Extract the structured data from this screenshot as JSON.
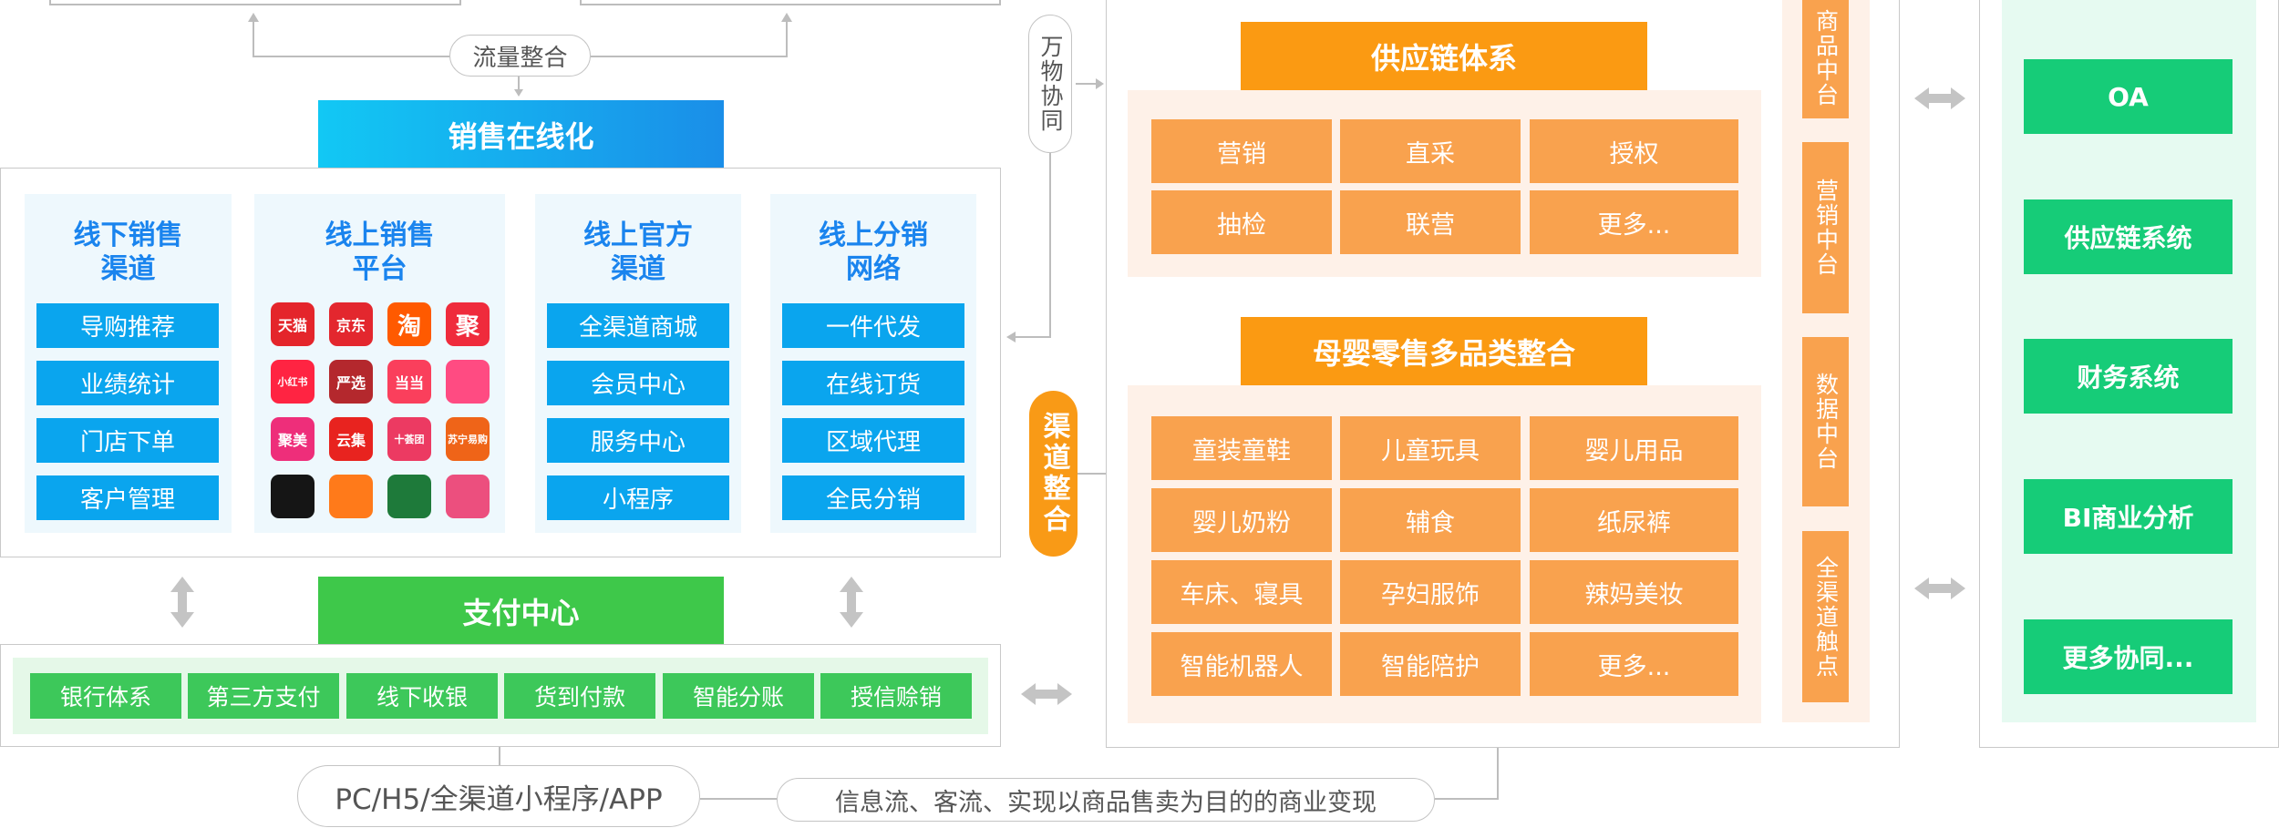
{
  "traffic": {
    "label": "流量整合"
  },
  "sales_online": {
    "title": "销售在线化"
  },
  "wanwu": {
    "label": "万物协同"
  },
  "channel_integration": {
    "label": "渠道整合"
  },
  "columns": {
    "offline": {
      "title": "线下销售\n渠道",
      "items": [
        "导购推荐",
        "业绩统计",
        "门店下单",
        "客户管理"
      ]
    },
    "online": {
      "title": "线上销售\n平台"
    },
    "official": {
      "title": "线上官方\n渠道",
      "items": [
        "全渠道商城",
        "会员中心",
        "服务中心",
        "小程序"
      ]
    },
    "distribution": {
      "title": "线上分销\n网络",
      "items": [
        "一件代发",
        "在线订货",
        "区域代理",
        "全民分销"
      ]
    }
  },
  "apps": [
    {
      "name": "tmall-icon",
      "label": "天猫",
      "color": "#e4252b"
    },
    {
      "name": "jd-icon",
      "label": "京东",
      "color": "#e3272e"
    },
    {
      "name": "taobao-icon",
      "label": "淘",
      "color": "#ff5a00"
    },
    {
      "name": "ju-icon",
      "label": "聚",
      "color": "#ef2b3c"
    },
    {
      "name": "xiaohongshu-icon",
      "label": "小红书",
      "color": "#ff2442"
    },
    {
      "name": "yanxuan-icon",
      "label": "严选",
      "color": "#b4282d"
    },
    {
      "name": "dangdang-icon",
      "label": "当当",
      "color": "#fa3f5c"
    },
    {
      "name": "mushroom-icon",
      "label": "",
      "color": "#ff4b82"
    },
    {
      "name": "jumei-icon",
      "label": "聚美",
      "color": "#ee2e7a"
    },
    {
      "name": "yunji-icon",
      "label": "云集",
      "color": "#e8231f"
    },
    {
      "name": "shijituan-icon",
      "label": "十荟团",
      "color": "#ec3a62"
    },
    {
      "name": "suning-icon",
      "label": "苏宁易购",
      "color": "#ef6418"
    },
    {
      "name": "tiktok-icon",
      "label": "",
      "color": "#151515"
    },
    {
      "name": "kuaishou-icon",
      "label": "",
      "color": "#ff7a1a"
    },
    {
      "name": "swirl-icon",
      "label": "",
      "color": "#1e7a3a"
    },
    {
      "name": "flower-icon",
      "label": "",
      "color": "#ec4f7e"
    }
  ],
  "payment": {
    "title": "支付中心",
    "items": [
      "银行体系",
      "第三方支付",
      "线下收银",
      "货到付款",
      "智能分账",
      "授信赊销"
    ]
  },
  "bottom": {
    "platforms": "PC/H5/全渠道小程序/APP",
    "value_statement": "信息流、客流、实现以商品售卖为目的的商业变现"
  },
  "supply_chain": {
    "title": "供应链体系",
    "items": [
      "营销",
      "直采",
      "授权",
      "抽检",
      "联营",
      "更多..."
    ]
  },
  "baby": {
    "title": "母婴零售多品类整合",
    "items": [
      "童装童鞋",
      "儿童玩具",
      "婴儿用品",
      "婴儿奶粉",
      "辅食",
      "纸尿裤",
      "车床、寝具",
      "孕妇服饰",
      "辣妈美妆",
      "智能机器人",
      "智能陪护",
      "更多..."
    ]
  },
  "side_bars": [
    "商品中台",
    "营销中台",
    "数据中台",
    "全渠道触点"
  ],
  "systems": [
    "OA",
    "供应链系统",
    "财务系统",
    "BI商业分析",
    "更多协同..."
  ]
}
